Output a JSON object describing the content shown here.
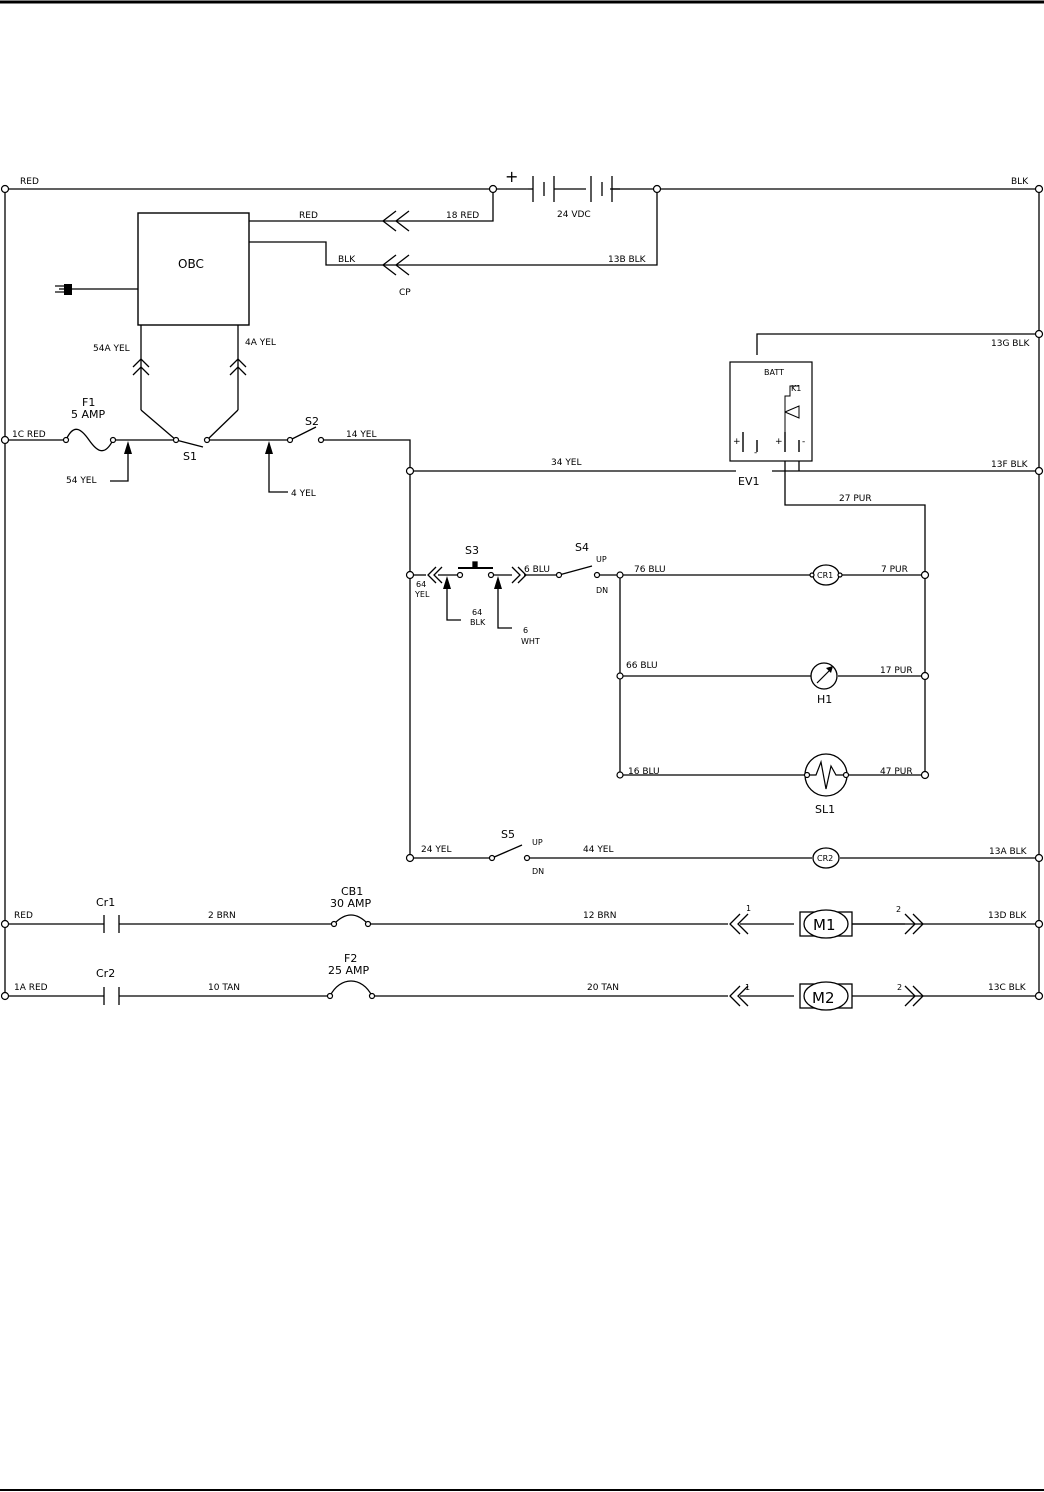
{
  "wires": {
    "top_left_red": "RED",
    "top_right_blk": "BLK",
    "obc_red": "RED",
    "red_18": "18 RED",
    "obc_blk": "BLK",
    "blk_13b": "13B BLK",
    "blk_13g": "13G BLK",
    "red_1c": "1C RED",
    "yel_14": "14 YEL",
    "yel_34": "34 YEL",
    "blk_13f": "13F BLK",
    "yel_54": "54 YEL",
    "yel_4": "4 YEL",
    "yel_54a": "54A YEL",
    "yel_4a": "4A YEL",
    "pur_27": "27 PUR",
    "yel_64a": "64",
    "yel_64b": "YEL",
    "blk_64a": "64",
    "blk_64b": "BLK",
    "wht_6a": "6",
    "wht_6b": "WHT",
    "blu_6": "6 BLU",
    "blu_76": "76 BLU",
    "pur_7": "7 PUR",
    "blu_66": "66 BLU",
    "pur_17": "17 PUR",
    "blu_16": "16 BLU",
    "pur_47": "47 PUR",
    "yel_24": "24 YEL",
    "yel_44": "44 YEL",
    "blk_13a": "13A BLK",
    "red_m1": "RED",
    "brn_2": "2 BRN",
    "brn_12": "12 BRN",
    "blk_13d": "13D BLK",
    "red_1a": "1A RED",
    "tan_10": "10 TAN",
    "tan_20": "20 TAN",
    "blk_13c": "13C BLK"
  },
  "components": {
    "battery_voltage": "24 VDC",
    "battery_plus": "+",
    "obc": "OBC",
    "cp": "CP",
    "f1": "F1",
    "f1_rating": "5 AMP",
    "s1": "S1",
    "s2": "S2",
    "batt": "BATT",
    "k1": "K1",
    "ev1": "EV1",
    "ev1_plus_a": "+",
    "ev1_minus_a": "-",
    "ev1_plus_b": "+",
    "ev1_minus_b": "-",
    "s3": "S3",
    "s4": "S4",
    "s4_up": "UP",
    "s4_dn": "DN",
    "cr1": "CR1",
    "h1": "H1",
    "sl1": "SL1",
    "s5": "S5",
    "s5_up": "UP",
    "s5_dn": "DN",
    "cr2": "CR2",
    "cr1_contact": "Cr1",
    "cb1": "CB1",
    "cb1_rating": "30 AMP",
    "m1": "M1",
    "m1_pin1": "1",
    "m1_pin2": "2",
    "cr2_contact": "Cr2",
    "f2": "F2",
    "f2_rating": "25 AMP",
    "m2": "M2",
    "m2_pin1": "1",
    "m2_pin2": "2"
  }
}
